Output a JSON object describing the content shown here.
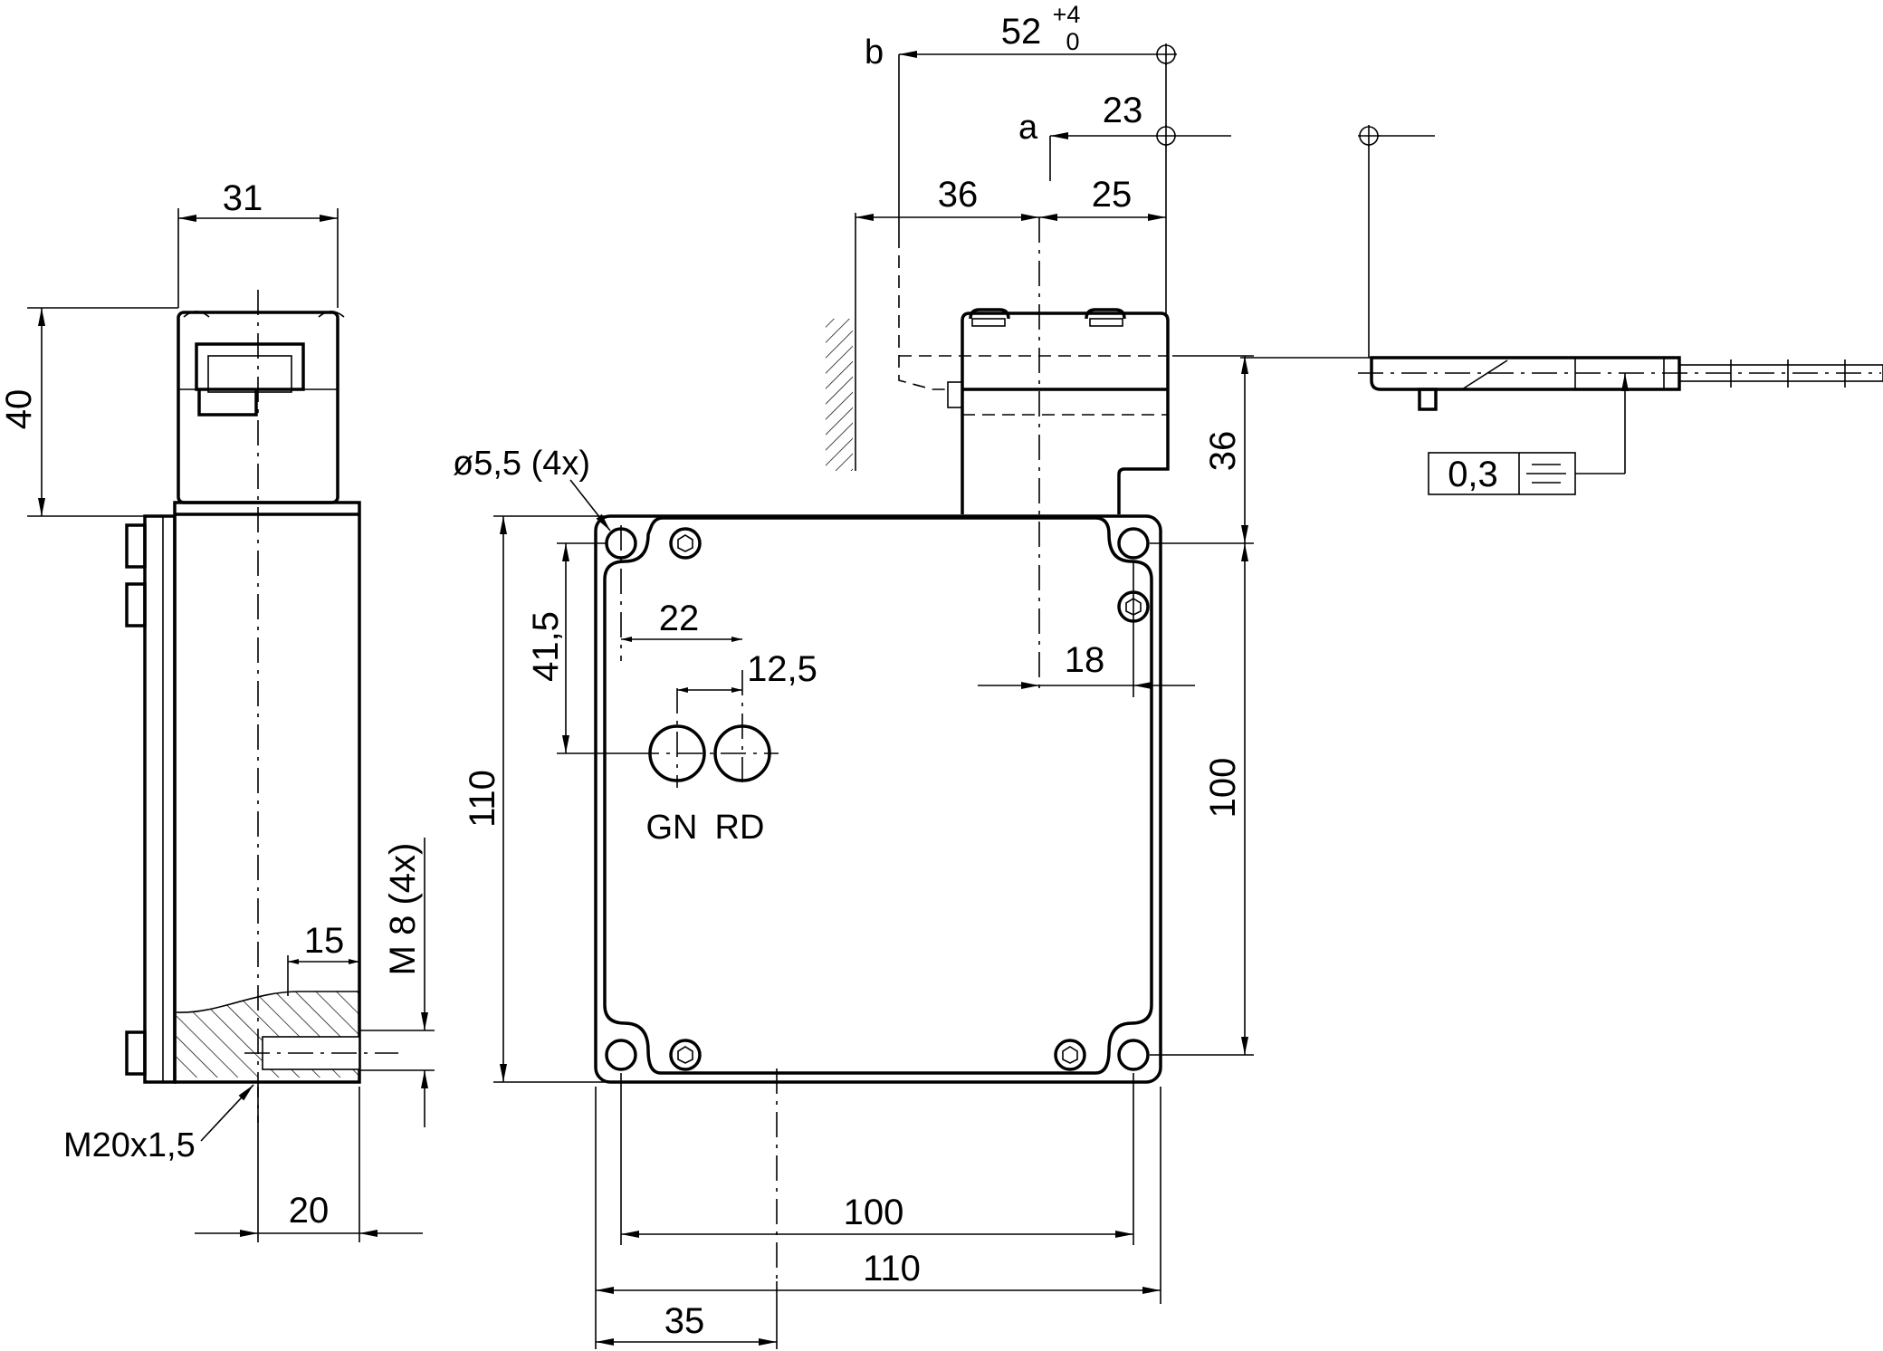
{
  "drawing": {
    "side_view": {
      "dim_width": "31",
      "dim_height": "40",
      "dim_bottom": "20",
      "dim_bolt": "15",
      "thread_main": "M20x1,5",
      "thread_bolts": "M 8 (4x)"
    },
    "front_view": {
      "hole_label": "ø5,5 (4x)",
      "dim_hole_vertical": "41,5",
      "dim_hole_horizontal": "22",
      "dim_led_spacing": "12,5",
      "dim_right_offset": "18",
      "dim_height_total": "110",
      "dim_height_holes": "100",
      "dim_width_holes": "100",
      "dim_width_total": "110",
      "dim_center_offset": "35",
      "led_green": "GN",
      "led_red": "RD"
    },
    "top_dims": {
      "marker_b": "b",
      "marker_a": "a",
      "dim_52": "52",
      "tol_upper": "+4",
      "tol_lower": "0",
      "dim_23": "23",
      "dim_36": "36",
      "dim_25": "25",
      "dim_head_height": "36"
    },
    "actuator_view": {
      "tolerance_value": "0,3"
    }
  }
}
